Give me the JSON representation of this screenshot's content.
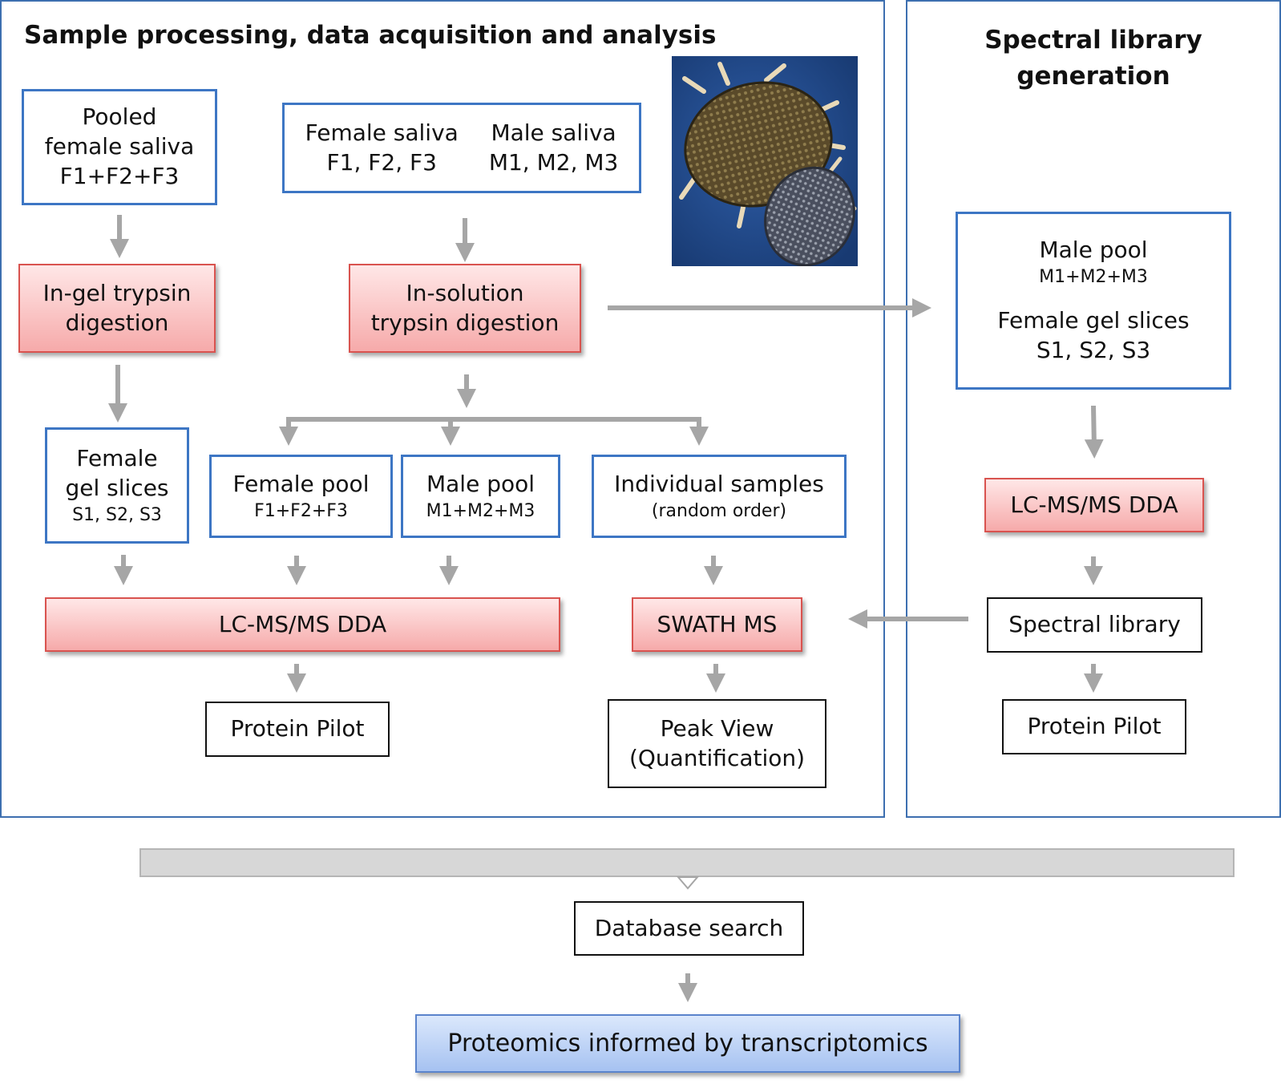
{
  "panels": {
    "left_title": "Sample processing, data acquisition and analysis",
    "right_title_line1": "Spectral library",
    "right_title_line2": "generation"
  },
  "boxes": {
    "pooled": {
      "l1": "Pooled",
      "l2": "female saliva",
      "l3": "F1+F2+F3"
    },
    "female_saliva": {
      "l1": "Female saliva",
      "l2": "F1, F2, F3"
    },
    "male_saliva": {
      "l1": "Male saliva",
      "l2": "M1, M2, M3"
    },
    "ingel": {
      "l1": "In-gel trypsin",
      "l2": "digestion"
    },
    "insolution": {
      "l1": "In-solution",
      "l2": "trypsin digestion"
    },
    "female_gel": {
      "l1": "Female",
      "l2": "gel slices",
      "l3": "S1, S2, S3"
    },
    "female_pool": {
      "l1": "Female pool",
      "l2": "F1+F2+F3"
    },
    "male_pool": {
      "l1": "Male pool",
      "l2": "M1+M2+M3"
    },
    "individual": {
      "l1": "Individual samples",
      "l2": "(random order)"
    },
    "lcms_left": "LC-MS/MS DDA",
    "swath": "SWATH MS",
    "pilot_left": "Protein Pilot",
    "peakview": {
      "l1": "Peak View",
      "l2": "(Quantification)"
    },
    "lib_input": {
      "l1": "Male pool",
      "l2": "M1+M2+M3",
      "l3": "Female gel slices",
      "l4": "S1, S2, S3"
    },
    "lcms_right": "LC-MS/MS DDA",
    "spectral_library": "Spectral library",
    "pilot_right": "Protein Pilot",
    "database_search": "Database search",
    "final": "Proteomics informed by transcriptomics"
  },
  "colors": {
    "panel_border": "#3d6fb0",
    "box_border_blue": "#3d76c4",
    "step_fill": "#f6aaaa",
    "step_border": "#d9534f",
    "final_fill": "#a6c2f1",
    "arrow": "#a6a6a6"
  },
  "icons": {
    "photo": "tick-specimens-photo"
  }
}
